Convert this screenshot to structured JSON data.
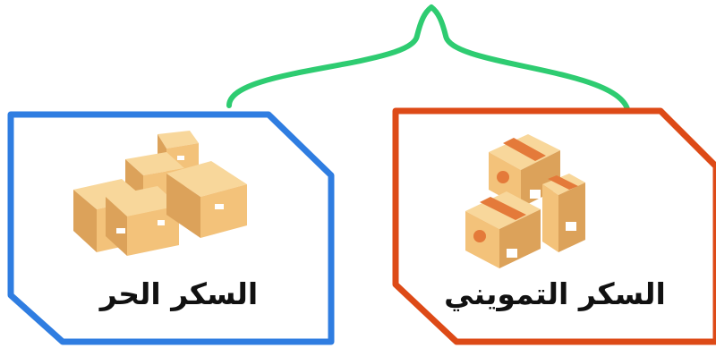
{
  "colors": {
    "left_border": "#2f7de1",
    "right_border": "#dd4a17",
    "brace": "#2ecc71",
    "box_face": "#f3c27a",
    "box_dark": "#dca25a",
    "box_light": "#f8d79b",
    "tape": "#e47a3a"
  },
  "groups": {
    "left": {
      "label": "السكر الحر",
      "icon": "cardboard-boxes-icon"
    },
    "right": {
      "label": "السكر التمويني",
      "icon": "stamped-boxes-icon"
    }
  },
  "connector": {
    "icon": "curly-brace"
  }
}
